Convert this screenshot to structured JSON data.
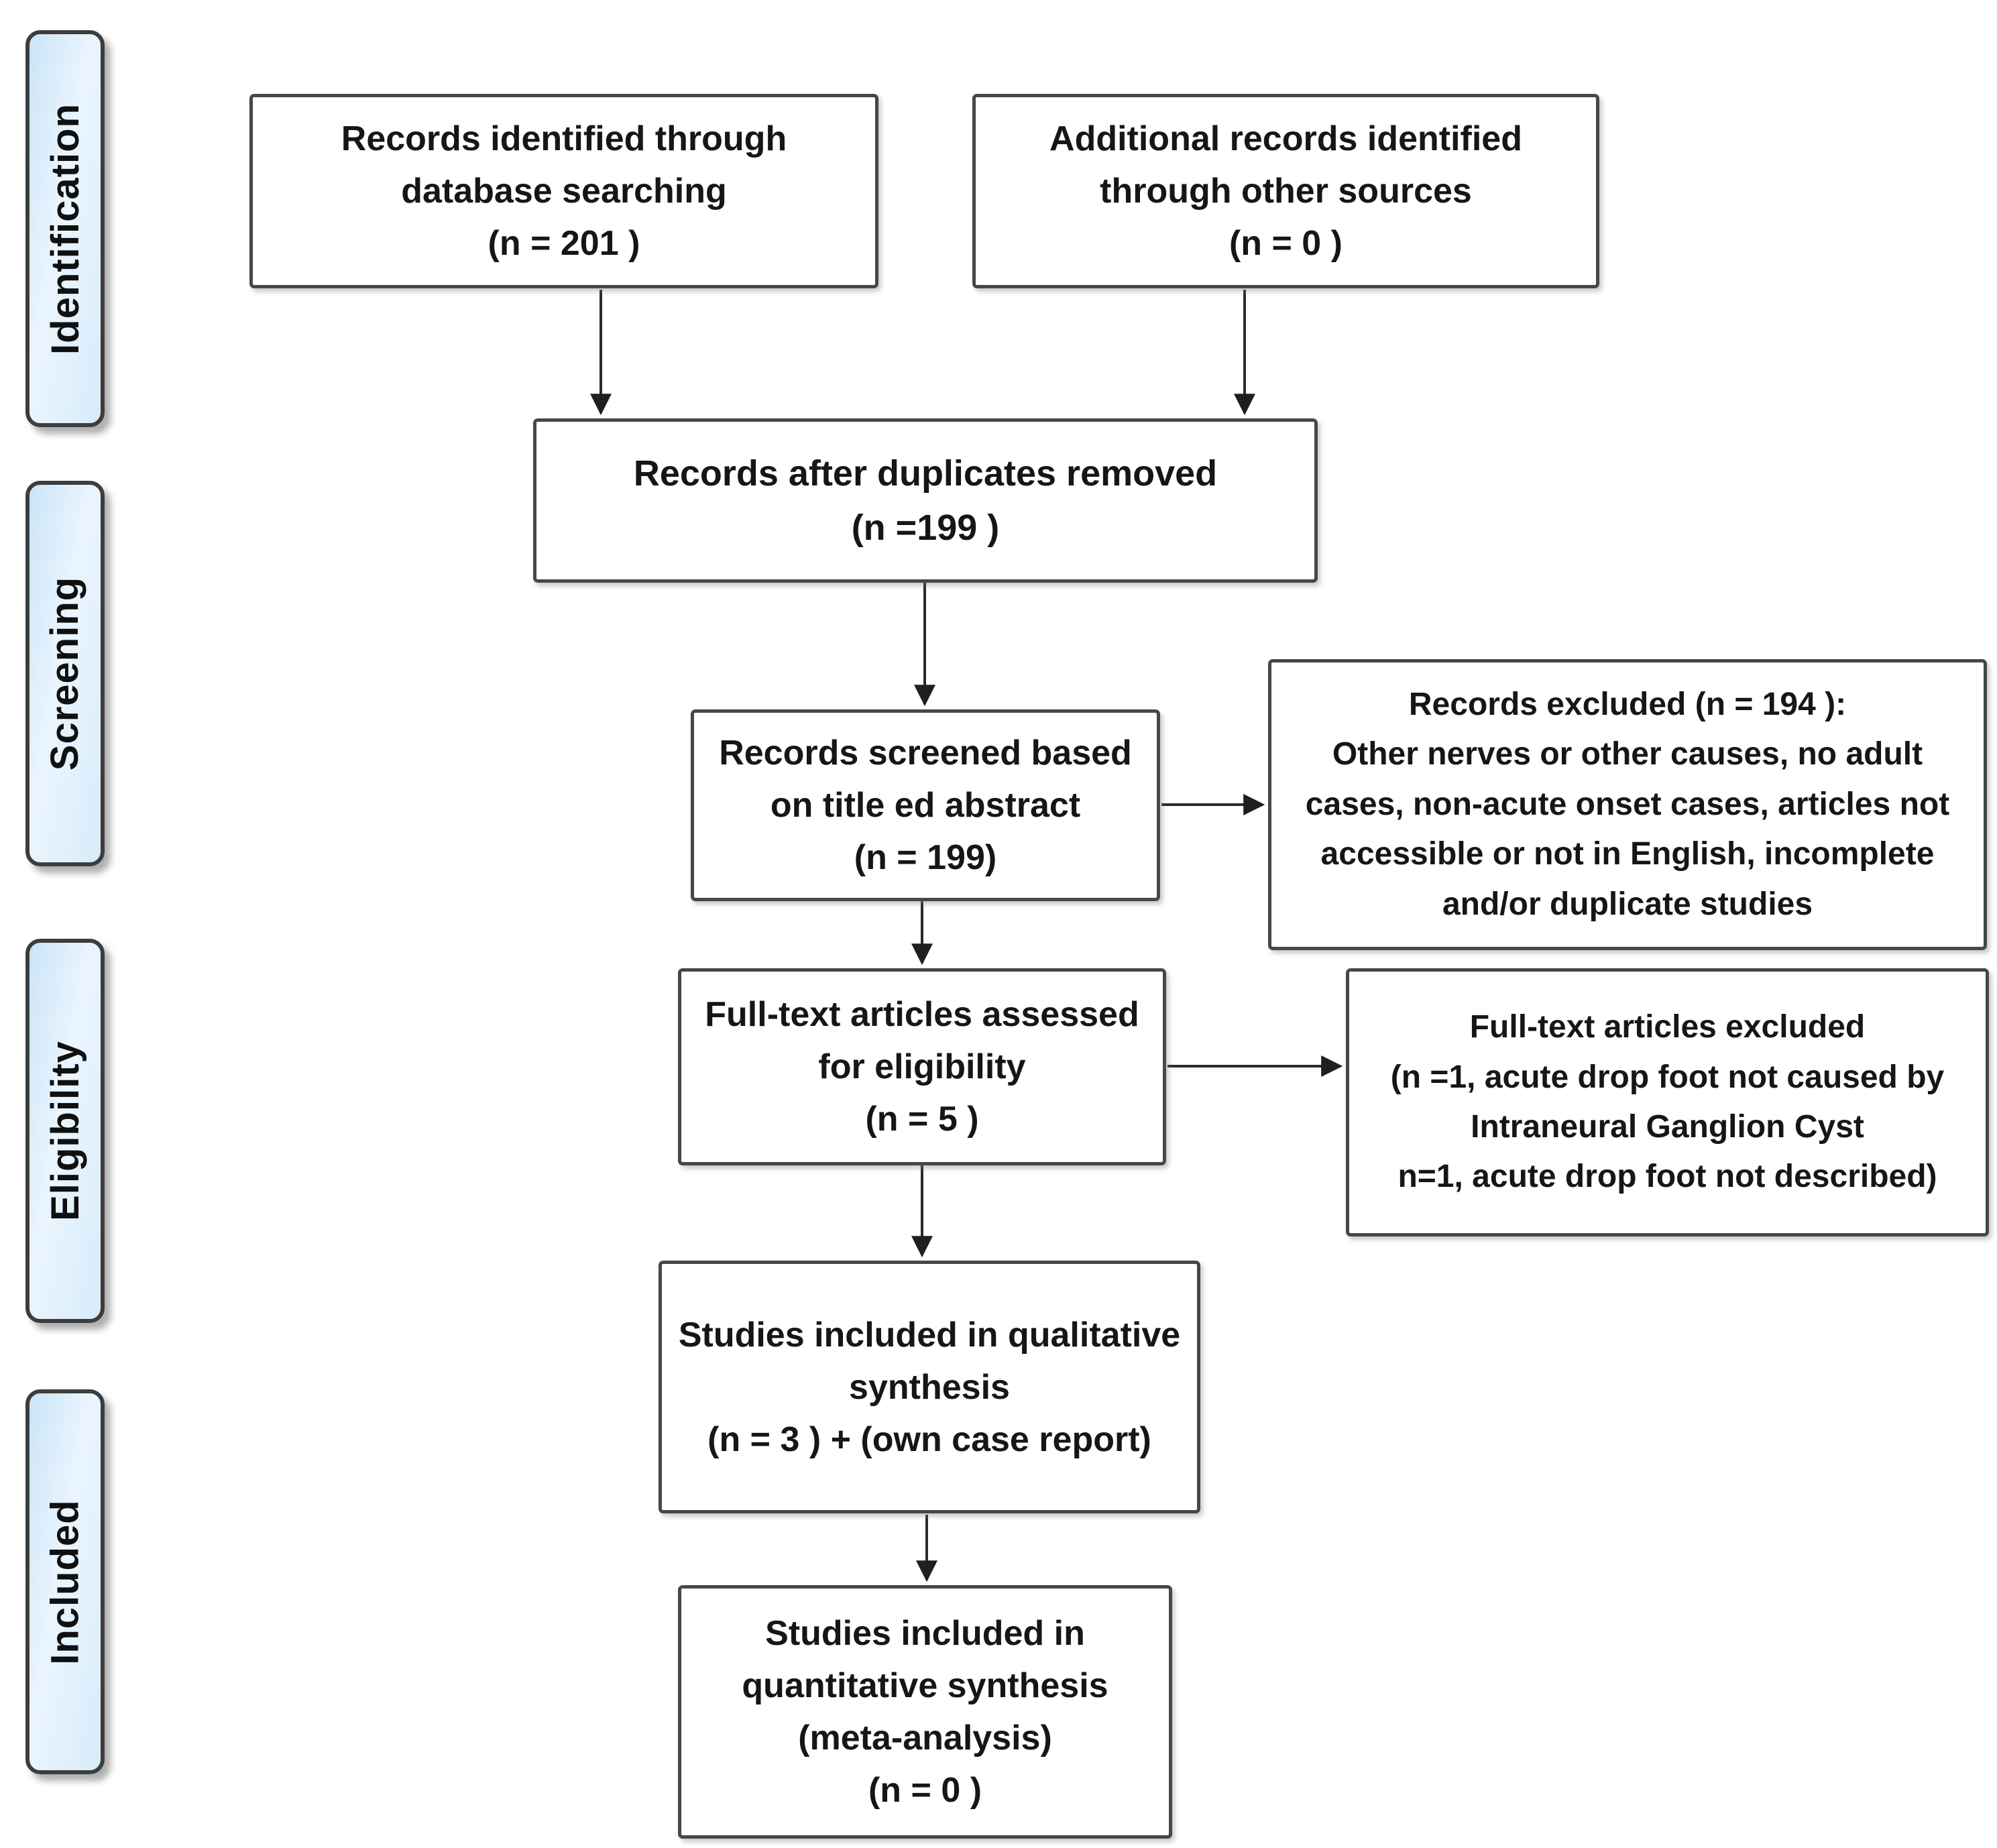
{
  "figure": {
    "type": "prisma-flow-diagram",
    "background_color": "#ffffff",
    "stage_fill_color": "#d7ebfa",
    "box_border_color": "#474747",
    "arrow_color": "#2a2a2a",
    "text_color": "#141414"
  },
  "stages": [
    {
      "label": "Identification"
    },
    {
      "label": "Screening"
    },
    {
      "label": "Eligibility"
    },
    {
      "label": "Included"
    }
  ],
  "boxes": [
    {
      "id": "records-identified",
      "text": "Records identified through\ndatabase searching\n(n = 201 )"
    },
    {
      "id": "additional-records",
      "text": "Additional records identified\nthrough other sources\n(n = 0 )"
    },
    {
      "id": "after-duplicates",
      "text": "Records after duplicates removed\n(n =199 )"
    },
    {
      "id": "records-screened",
      "text": "Records screened based\non title ed abstract\n(n = 199)"
    },
    {
      "id": "records-excluded",
      "text": "Records excluded (n = 194 ):\nOther nerves or other causes, no adult\ncases, non-acute onset cases, articles not\naccessible or not in English, incomplete\nand/or duplicate studies"
    },
    {
      "id": "fulltext-assessed",
      "text": "Full-text articles assessed\nfor eligibility\n(n = 5 )"
    },
    {
      "id": "fulltext-excluded",
      "text": "Full-text articles excluded\n(n =1, acute drop foot not caused by\nIntraneural Ganglion Cyst\nn=1, acute drop foot not described)"
    },
    {
      "id": "qualitative-synthesis",
      "text": "Studies included in qualitative\nsynthesis\n(n = 3 ) + (own case report)"
    },
    {
      "id": "quantitative-synthesis",
      "text": "Studies included in\nquantitative synthesis\n(meta-analysis)\n(n = 0 )"
    }
  ]
}
